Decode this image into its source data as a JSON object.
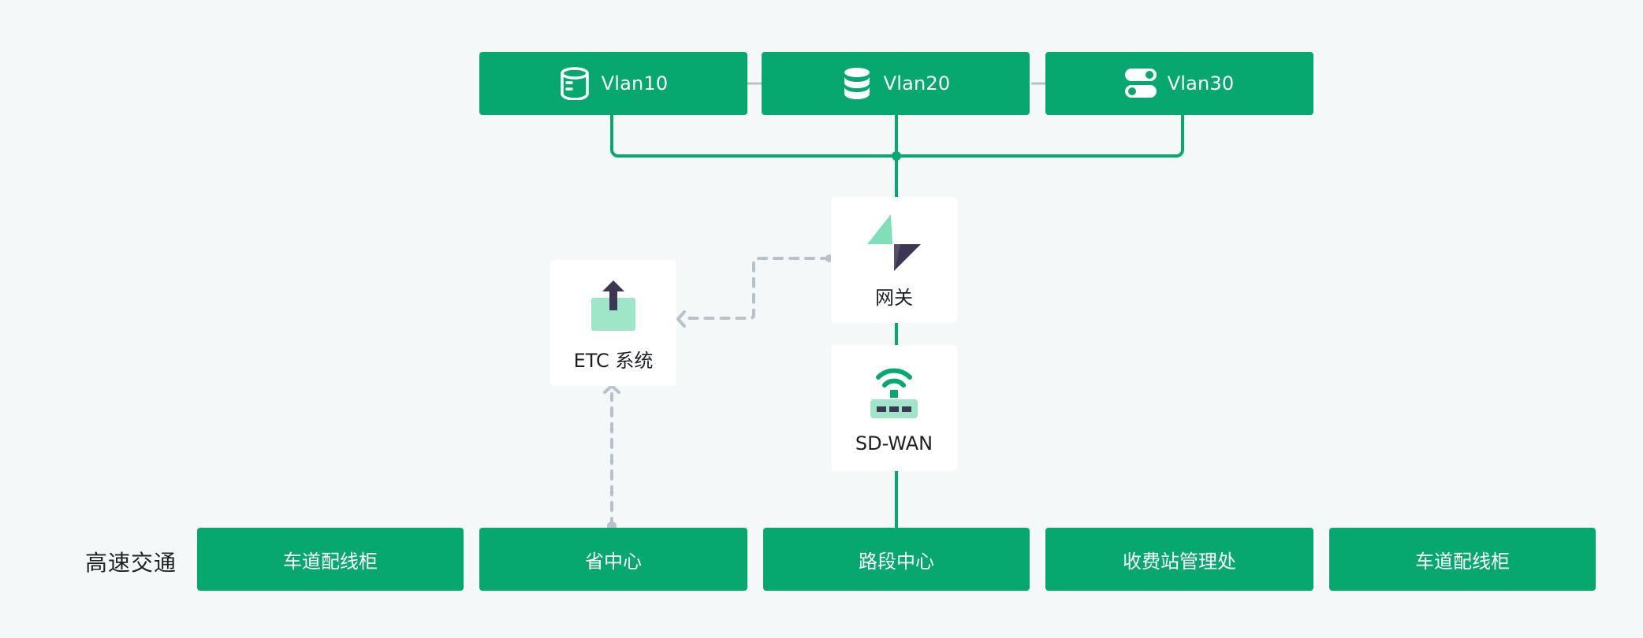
{
  "vlans": [
    {
      "label": "Vlan10",
      "icon": "database-cylinder-icon"
    },
    {
      "label": "Vlan20",
      "icon": "database-stack-icon"
    },
    {
      "label": "Vlan30",
      "icon": "toggle-switches-icon"
    }
  ],
  "gateway": {
    "label": "网关",
    "icon": "lightning-bolt-icon"
  },
  "etc": {
    "label": "ETC 系统",
    "icon": "upload-box-icon"
  },
  "sdwan": {
    "label": "SD-WAN",
    "icon": "wifi-router-icon"
  },
  "row_label": "高速交通",
  "bottom_nodes": [
    {
      "label": "车道配线柜"
    },
    {
      "label": "省中心"
    },
    {
      "label": "路段中心"
    },
    {
      "label": "收费站管理处"
    },
    {
      "label": "车道配线柜"
    }
  ],
  "colors": {
    "primary_green": "#07a870",
    "light_green": "#9ee6c7",
    "dark_purple": "#3d3654",
    "dashed_gray": "#b8c2cc",
    "background": "#f4f8f9"
  }
}
